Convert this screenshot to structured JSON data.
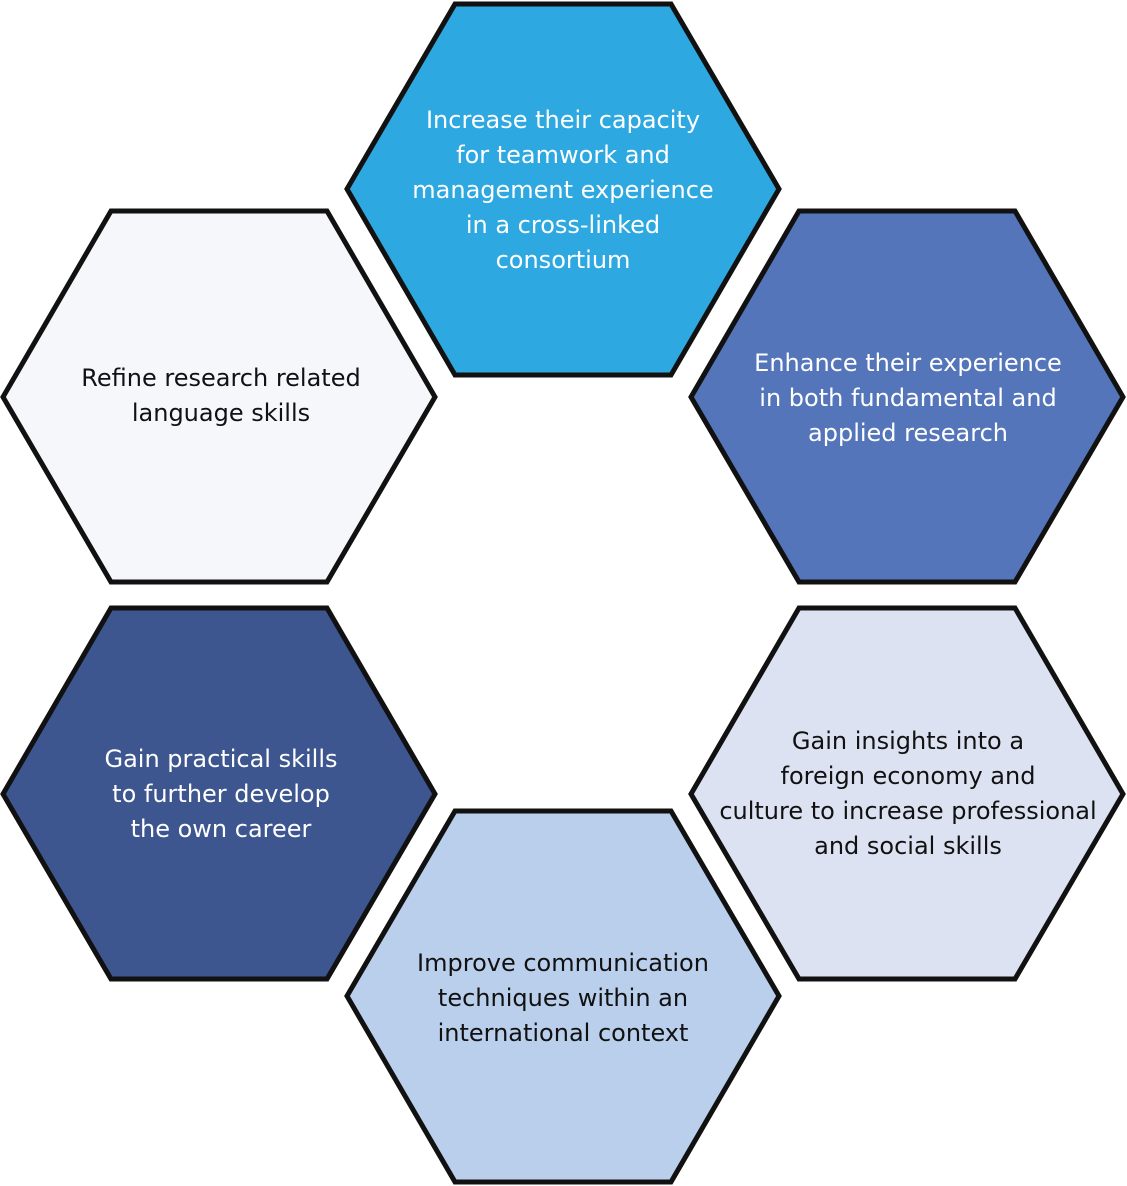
{
  "colors": {
    "outline": "#111111",
    "top": "#2EA8E0",
    "right_upper": "#5475BA",
    "right_lower": "#DDE2F2",
    "bottom": "#BACFEC",
    "left_lower": "#3D568F",
    "left_upper": "#F6F7FB"
  },
  "hexagons": {
    "top": {
      "lines": [
        "Increase their capacity",
        "for teamwork and",
        "management experience",
        "in a cross-linked",
        "consortium"
      ]
    },
    "right_upper": {
      "lines": [
        "Enhance their experience",
        "in both fundamental and",
        "applied research"
      ]
    },
    "right_lower": {
      "lines": [
        "Gain insights into a",
        "foreign economy and",
        "culture to increase professional",
        "and social skills"
      ]
    },
    "bottom": {
      "lines": [
        "Improve communication",
        "techniques within an",
        "international context"
      ]
    },
    "left_lower": {
      "lines": [
        "Gain practical skills",
        "to further develop",
        "the own career"
      ]
    },
    "left_upper": {
      "lines": [
        "Refine research related",
        "language skills"
      ]
    }
  }
}
